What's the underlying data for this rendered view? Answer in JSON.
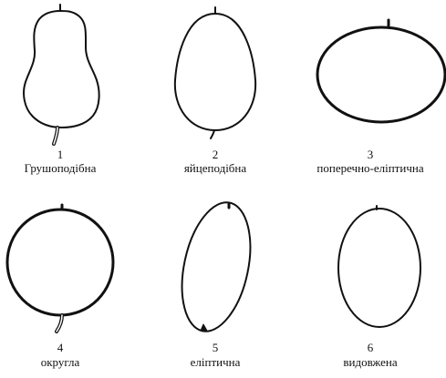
{
  "shapes": [
    {
      "number": "1",
      "name": "Грушоподібна"
    },
    {
      "number": "2",
      "name": "яйцеподібна"
    },
    {
      "number": "3",
      "name": "поперечно-еліптична"
    },
    {
      "number": "4",
      "name": "округла"
    },
    {
      "number": "5",
      "name": "еліптична"
    },
    {
      "number": "6",
      "name": "видовжена"
    }
  ]
}
